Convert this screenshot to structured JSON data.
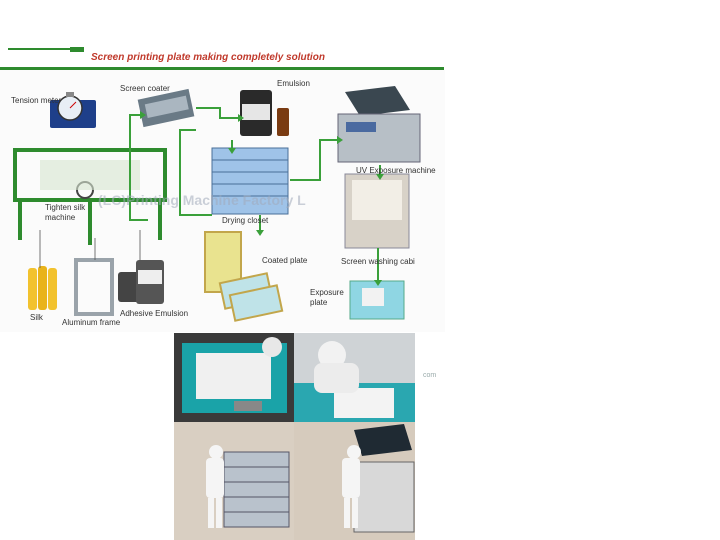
{
  "title": "Screen printing plate making completely solution",
  "watermark": "(LC)Printing Machine Factory L",
  "watermark_small": "com",
  "labels": {
    "tension_meter": "Tension meter",
    "screen_coater": "Screen coater",
    "emulsion": "Emulsion",
    "uv_exposure": "UV Exposure machine",
    "tighten_machine": "Tighten silk machine",
    "drying_closet": "Drying closet",
    "coated_plate": "Coated plate",
    "screen_washing": "Screen washing cabi",
    "exposure_plate": "Exposure plate",
    "silk": "Silk",
    "aluminum_frame": "Aluminum frame",
    "adhesive_emulsion": "Adhesive Emulsion"
  },
  "colors": {
    "rule_green": "#2e8b2e",
    "arrow_green": "#3aa03a",
    "title_red": "#c0392b"
  }
}
